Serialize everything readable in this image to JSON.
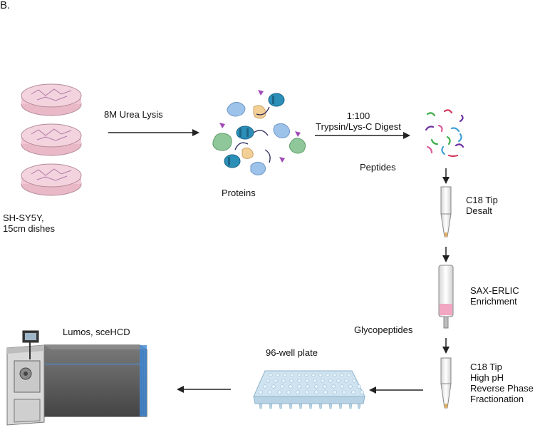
{
  "panel_label": "B.",
  "labels": {
    "cells": [
      "SH-SY5Y,",
      "15cm dishes"
    ],
    "lysis": "8M Urea Lysis",
    "proteins": "Proteins",
    "digest": [
      "1:100",
      "Trypsin/Lys-C Digest"
    ],
    "peptides": "Peptides",
    "c18_desalt": [
      "C18 Tip",
      "Desalt"
    ],
    "sax": [
      "SAX-ERLIC",
      "Enrichment"
    ],
    "glycopeptides": "Glycopeptides",
    "c18_fraction": [
      "C18 Tip",
      "High pH",
      "Reverse Phase",
      "Fractionation"
    ],
    "plate": "96-well plate",
    "instrument": "Lumos, sceHCD"
  },
  "colors": {
    "dish_fill": "#f3d3de",
    "protein_blue": "#9ec3ea",
    "protein_green": "#8fc79a",
    "protein_tan": "#f2cf94",
    "protein_purple": "#a04ab8",
    "protein_teal": "#2b8fb8",
    "tip_tint": "#f2a6c2",
    "plate": "#cfe3f0",
    "instrument_body": "#5b5b5b",
    "instrument_accent": "#4c8fd6"
  }
}
